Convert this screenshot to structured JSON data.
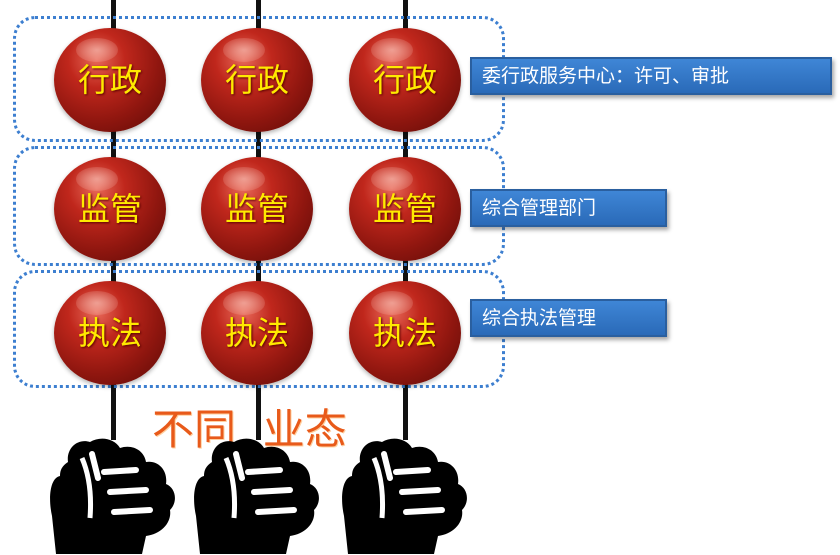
{
  "rows": [
    {
      "label": "委行政服务中心：许可、审批",
      "ball_text": "行政"
    },
    {
      "label": "综合管理部门",
      "ball_text": "监管"
    },
    {
      "label": "综合执法管理",
      "ball_text": "执法"
    }
  ],
  "bottom_text": "不同  业态",
  "colors": {
    "dotted_border": "#3d7fd0",
    "label_bg": "#2f74c6",
    "ball_text": "#ffea00",
    "bottom_text": "#e85a1a"
  },
  "icons": [
    "fist-icon",
    "fist-icon",
    "fist-icon"
  ]
}
